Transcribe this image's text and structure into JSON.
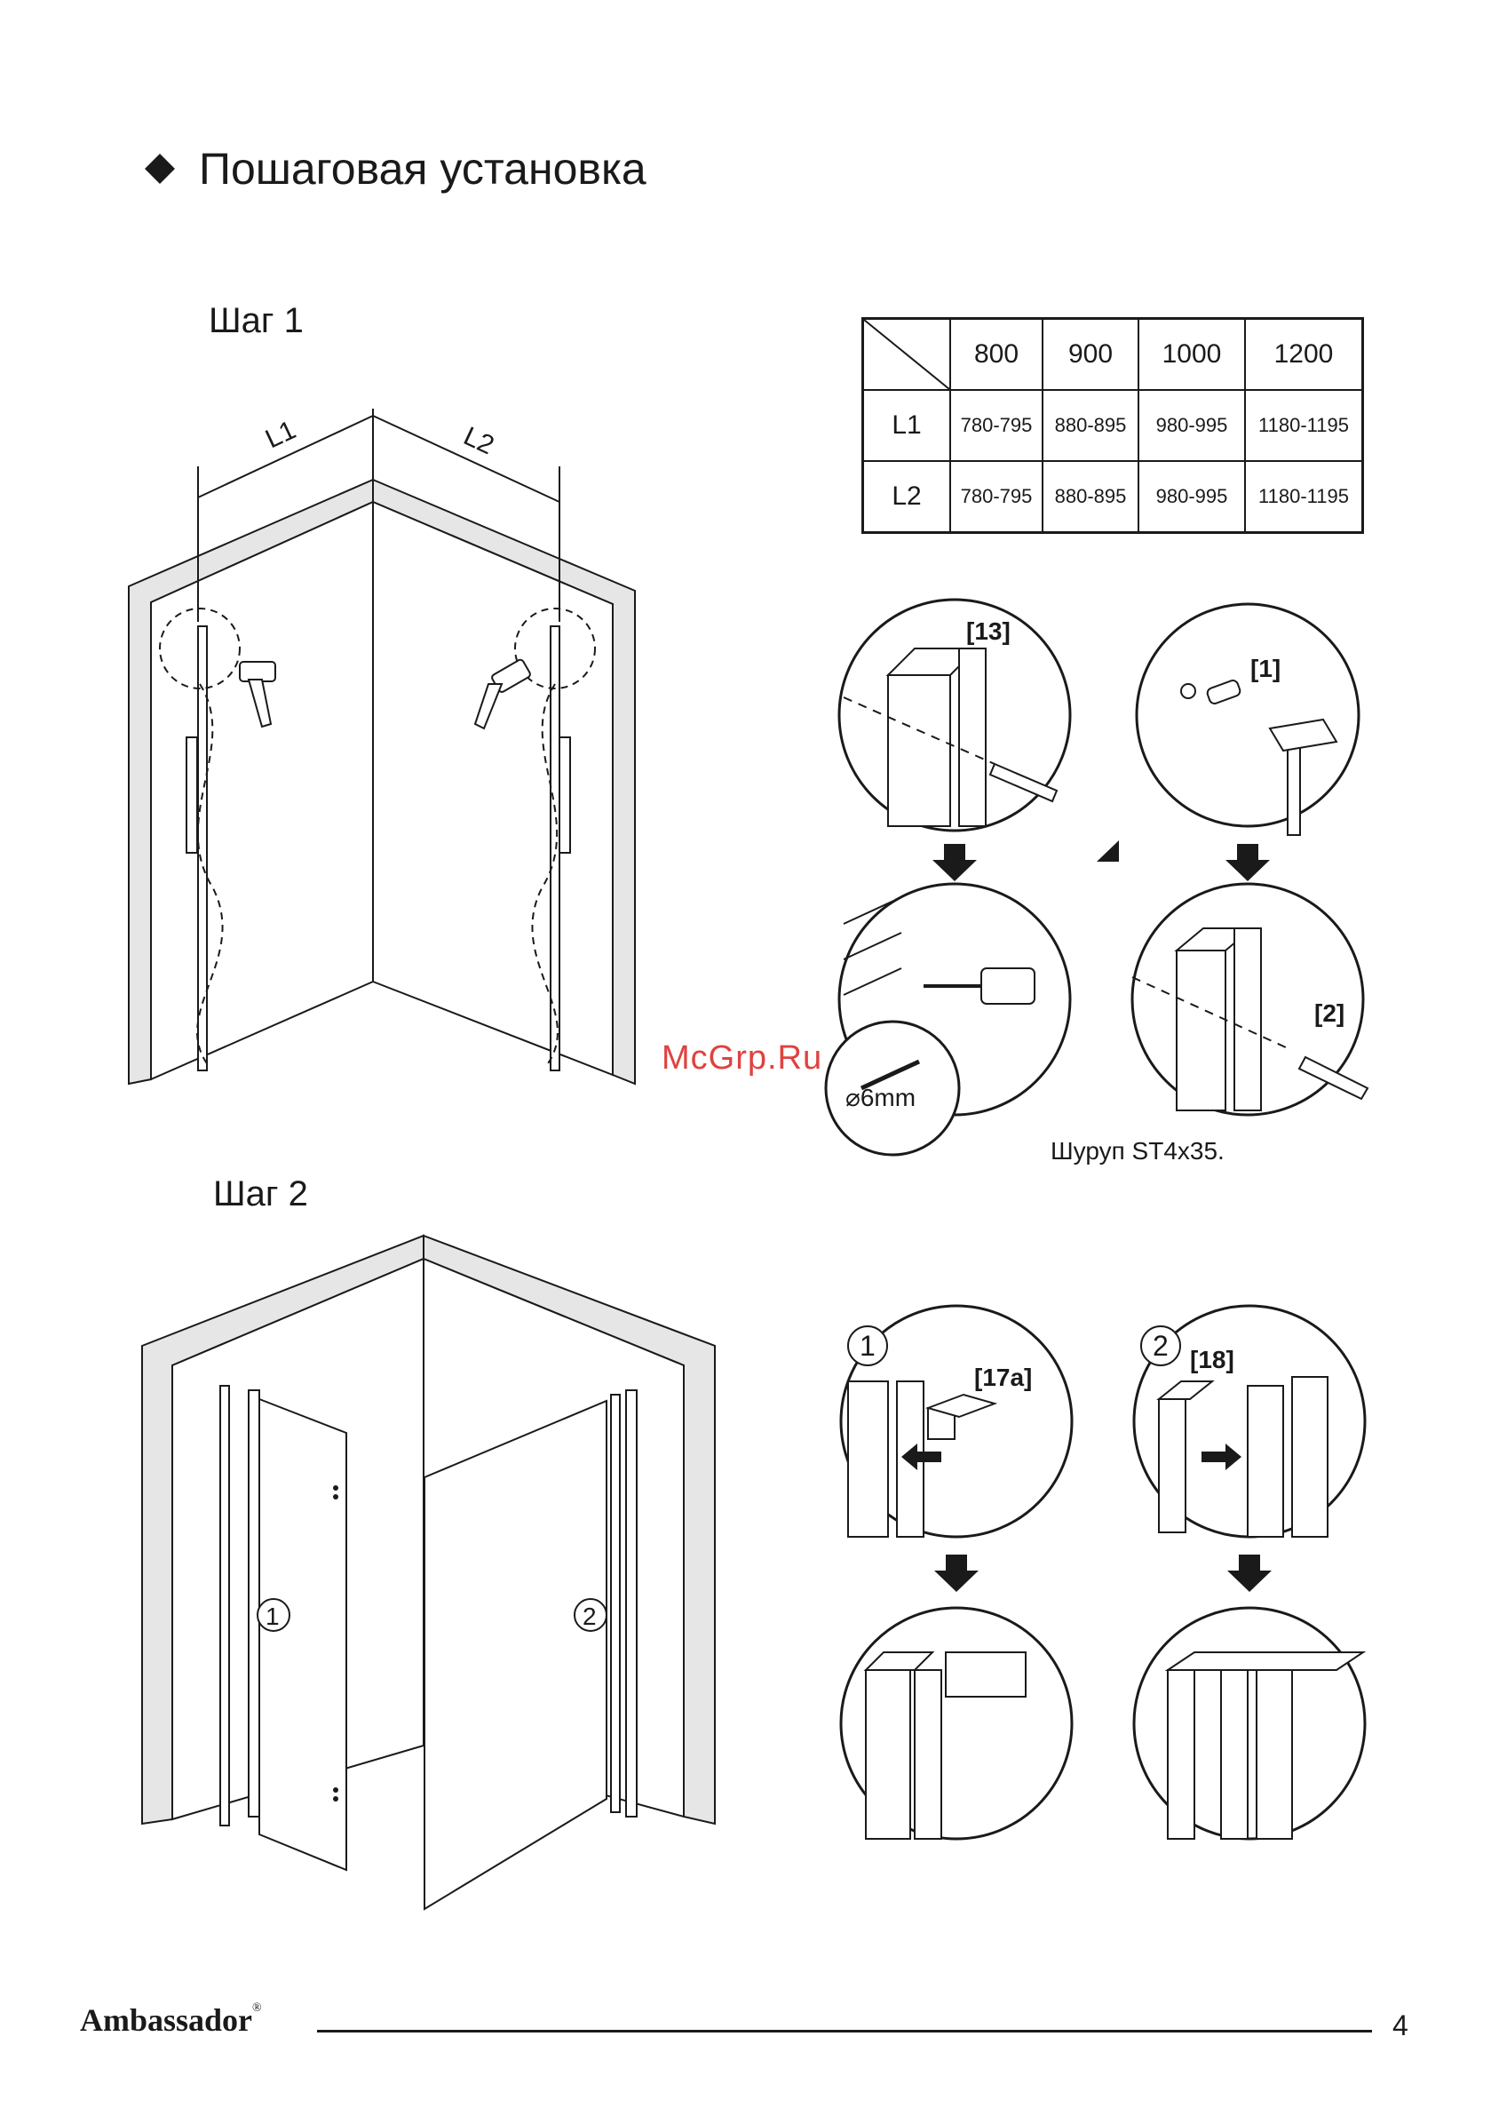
{
  "heading": "Пошаговая установка",
  "step1": {
    "label": "Шаг 1",
    "l1": "L1",
    "l2": "L2"
  },
  "table": {
    "columns": [
      "800",
      "900",
      "1000",
      "1200"
    ],
    "rows": [
      {
        "label": "L1",
        "values": [
          "780-795",
          "880-895",
          "980-995",
          "1180-1195"
        ]
      },
      {
        "label": "L2",
        "values": [
          "780-795",
          "880-895",
          "980-995",
          "1180-1195"
        ]
      }
    ]
  },
  "callouts": {
    "profile": "[13]",
    "dowel": "[1]",
    "screw": "[2]",
    "drill_size": "⌀6mm",
    "screw_caption": "Шуруп ST4x35.",
    "bracket": "[17a]",
    "seal": "[18]",
    "marker1": "1",
    "marker2": "2"
  },
  "watermark": "McGrp.Ru",
  "step2": {
    "label": "Шаг 2",
    "marker1": "1",
    "marker2": "2"
  },
  "footer": {
    "brand": "Ambassador",
    "brand_mark": "®",
    "page_number": "4"
  }
}
